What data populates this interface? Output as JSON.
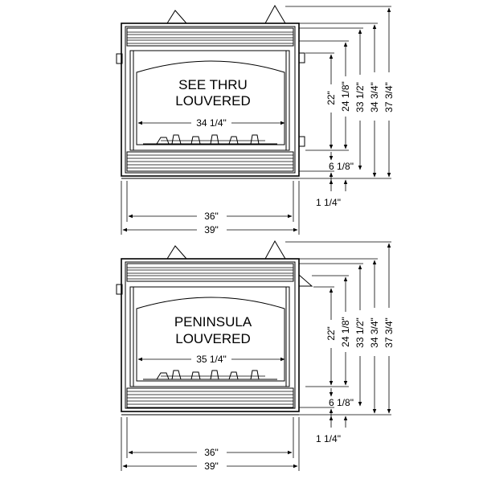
{
  "diagrams": [
    {
      "name_lines": [
        "SEE THRU",
        "LOUVERED"
      ],
      "dims": {
        "opening_width": "34 1/4\"",
        "inner_width": "36\"",
        "outer_width": "39\"",
        "h1": "22\"",
        "h2": "24 1/8\"",
        "h3": "33 1/2\"",
        "h4": "34 3/4\"",
        "h5": "37 3/4\"",
        "bottom_a": "6 1/8\"",
        "bottom_b": "1 1/4\""
      }
    },
    {
      "name_lines": [
        "PENINSULA",
        "LOUVERED"
      ],
      "dims": {
        "opening_width": "35 1/4\"",
        "inner_width": "36\"",
        "outer_width": "39\"",
        "h1": "22\"",
        "h2": "24 1/8\"",
        "h3": "33 1/2\"",
        "h4": "34 3/4\"",
        "h5": "37 3/4\"",
        "bottom_a": "6 1/8\"",
        "bottom_b": "1 1/4\""
      }
    }
  ]
}
